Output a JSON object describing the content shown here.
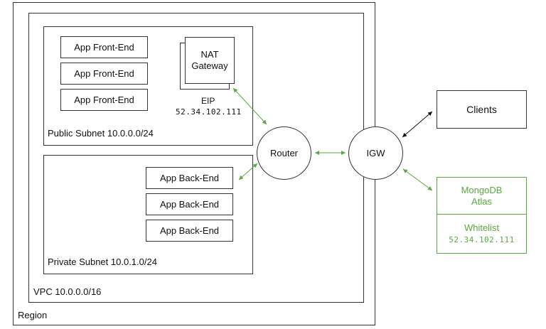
{
  "region": {
    "label": "Region"
  },
  "vpc": {
    "label": "VPC 10.0.0.0/16"
  },
  "public_subnet": {
    "label": "Public Subnet 10.0.0.0/24",
    "front_ends": [
      "App Front-End",
      "App Front-End",
      "App Front-End"
    ],
    "nat": {
      "label_line1": "NAT",
      "label_line2": "Gateway"
    },
    "eip": {
      "label": "EIP",
      "address": "52.34.102.111"
    }
  },
  "private_subnet": {
    "label": "Private Subnet 10.0.1.0/24",
    "back_ends": [
      "App Back-End",
      "App Back-End",
      "App Back-End"
    ]
  },
  "router": {
    "label": "Router"
  },
  "igw": {
    "label": "IGW"
  },
  "clients": {
    "label": "Clients"
  },
  "atlas": {
    "label_line1": "MongoDB",
    "label_line2": "Atlas",
    "whitelist_label": "Whitelist",
    "whitelist_ip": "52.34.102.111"
  },
  "colors": {
    "green": "#5aa83e",
    "black": "#111111"
  }
}
